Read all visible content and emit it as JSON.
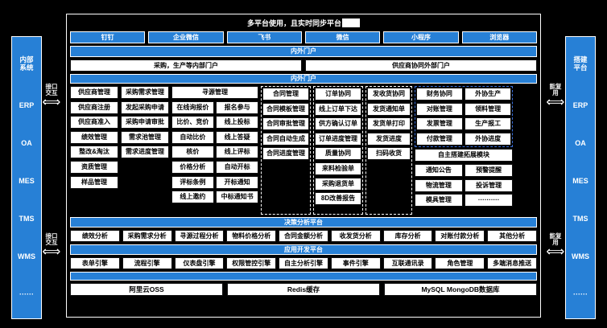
{
  "title": "多平台使用，且实时同步平台",
  "colors": {
    "accent": "#2780d6",
    "bg": "#000000",
    "box": "#ffffff"
  },
  "left_rail": {
    "items": [
      {
        "label": "内部\n系统"
      },
      {
        "label": "ERP"
      },
      {
        "label": "OA"
      },
      {
        "label": "MES"
      },
      {
        "label": "TMS"
      },
      {
        "label": "WMS"
      },
      {
        "label": "······"
      }
    ],
    "items_flat": [
      "内部系统",
      "ERP",
      "OA",
      "MES",
      "TMS",
      "WMS",
      "······"
    ],
    "head_line1": "内部",
    "head_line2": "系统",
    "connectors": [
      {
        "line1": "接口",
        "line2": "交互"
      },
      {
        "line1": "接口",
        "line2": "交互"
      }
    ]
  },
  "right_rail": {
    "items_flat": [
      "搭建平台",
      "ERP",
      "OA",
      "MES",
      "TMS",
      "WMS",
      "······"
    ],
    "head_line1": "搭建",
    "head_line2": "平台",
    "connectors": [
      {
        "line1": "能复",
        "line2": "用"
      },
      {
        "line1": "能复",
        "line2": "用"
      }
    ]
  },
  "tabs": [
    {
      "label": "钉钉"
    },
    {
      "label": "企业微信"
    },
    {
      "label": "飞书"
    },
    {
      "label": "微信"
    },
    {
      "label": "小程序"
    },
    {
      "label": "浏览器"
    }
  ],
  "portal": {
    "header": "内外门户",
    "internal": "采购，生产等内部门户",
    "external": "供应商协同外部门户",
    "header2": "内外门户"
  },
  "modules": {
    "col1": [
      "供应商管理",
      "供应商注册",
      "供应商准入",
      "绩效管理",
      "整改&淘汰",
      "资质管理",
      "样品管理"
    ],
    "col2": [
      "采购需求管理",
      "发起采购申请",
      "采购申请审批",
      "需求池管理",
      "需求进度管理"
    ],
    "col34_header": "寻源管理",
    "col34_pairs": [
      [
        "在线询报价",
        "报名参与"
      ],
      [
        "比价、竞价",
        "线上投标"
      ],
      [
        "自动比价",
        "线上答疑"
      ],
      [
        "核价",
        "线上评标"
      ],
      [
        "价格分析",
        "自动开标"
      ],
      [
        "评标条例",
        "开标通知"
      ],
      [
        "线上邀约",
        "中标通知书"
      ]
    ],
    "col5": [
      "合同管理",
      "合同模板管理",
      "合同审批管理",
      "合同自动生成",
      "合同进度管理"
    ],
    "col6": [
      "订单协同",
      "线上订单下达",
      "供方确认订单",
      "订单进度管理",
      "质量协同",
      "来料检验单",
      "采购退货单",
      "8D改善报告"
    ],
    "col7": [
      "发收货协同",
      "发货通知单",
      "发货单打印",
      "发货进度",
      "扫码收货"
    ],
    "col89_pairs": [
      [
        "财务协同",
        "外协生产"
      ],
      [
        "对账管理",
        "领料管理"
      ],
      [
        "发票管理",
        "生产报工"
      ],
      [
        "付款管理",
        "外协进度"
      ]
    ],
    "col89_full": "自主搭建拓展模块",
    "col89_pairs2": [
      [
        "通知公告",
        "预警提醒"
      ],
      [
        "物流管理",
        "投诉管理"
      ],
      [
        "模具管理",
        "··········"
      ]
    ]
  },
  "decision_platform": {
    "header": "决策分析平台",
    "items": [
      "绩效分析",
      "采购需求分析",
      "寻源过程分析",
      "物料价格分析",
      "合同金额分析",
      "收发货分析",
      "库存分析",
      "对账付款分析",
      "其他分析"
    ]
  },
  "app_platform": {
    "header": "应用开发平台",
    "items": [
      "表单引擎",
      "流程引擎",
      "仪表盘引擎",
      "权限管控引擎",
      "自主分析引擎",
      "事件引擎",
      "互联通讯录",
      "角色管理",
      "多端消息推送"
    ]
  },
  "infrastructure": {
    "items": [
      "阿里云OSS",
      "Redis缓存",
      "MySQL MongoDB数据库"
    ]
  }
}
